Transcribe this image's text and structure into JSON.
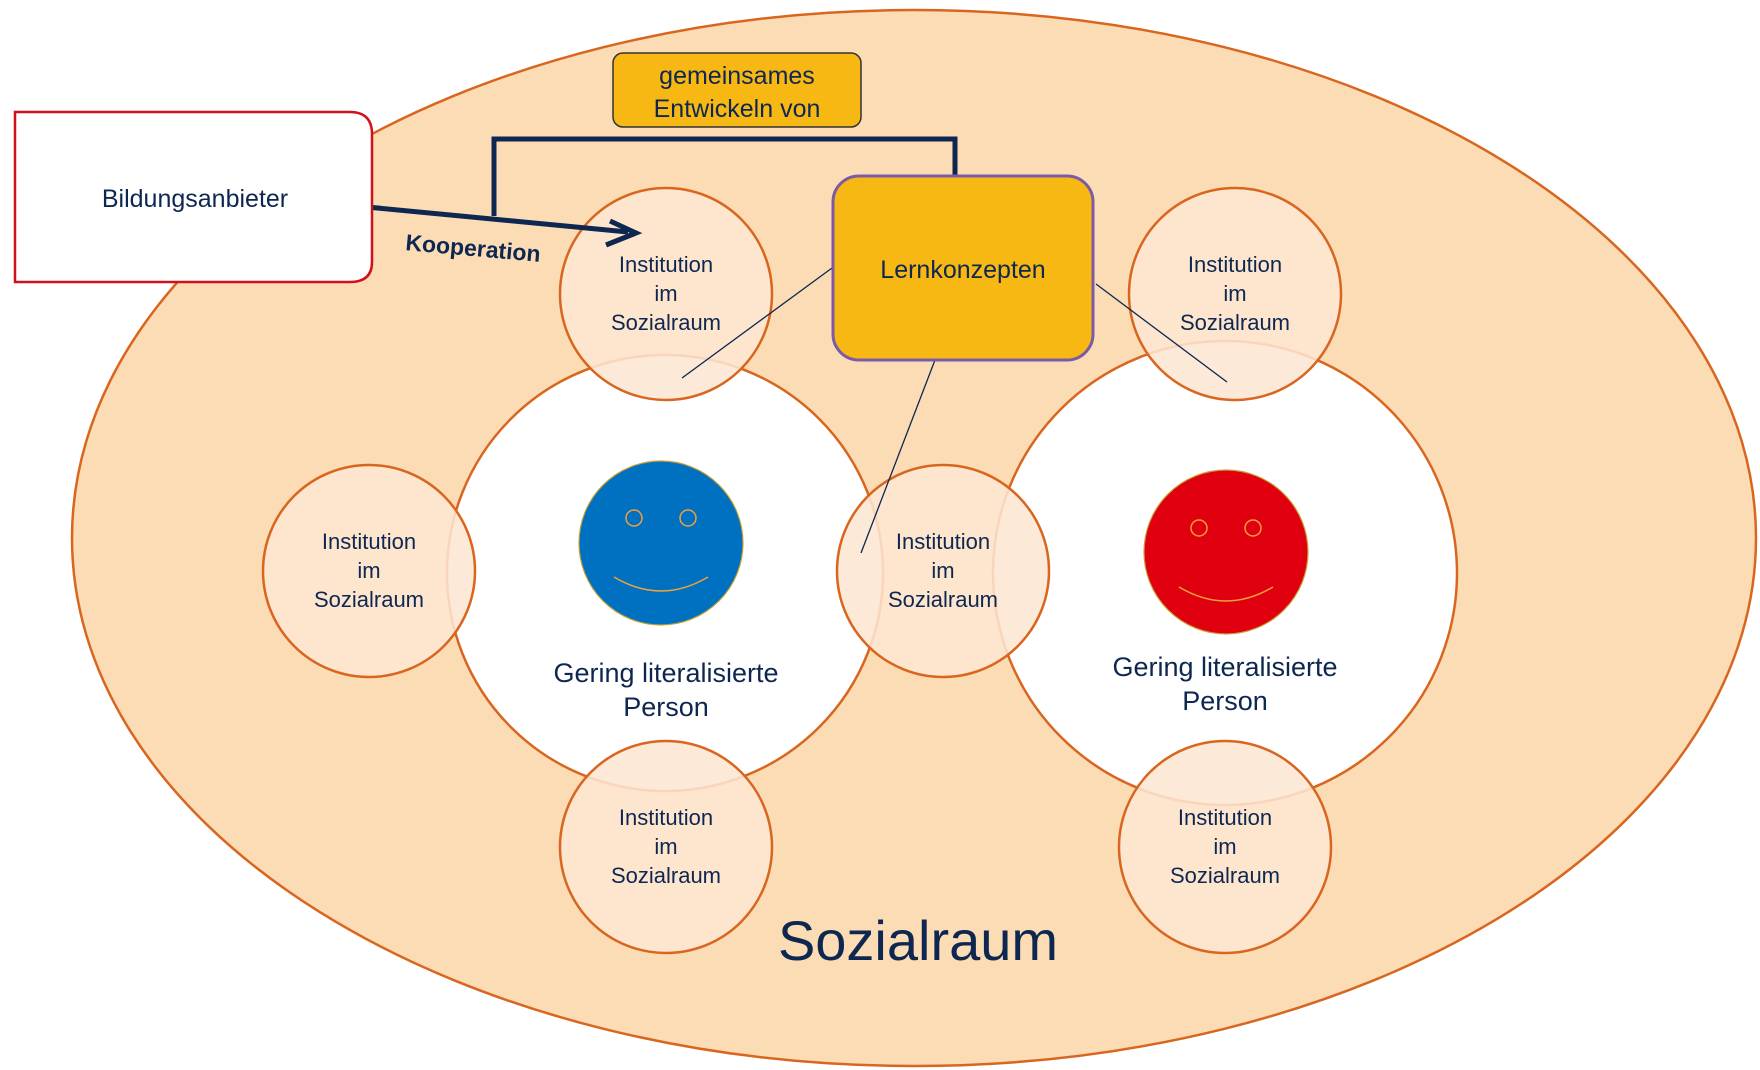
{
  "colors": {
    "sozialraum_fill": "#fbdcb5",
    "stroke_orange": "#d9661f",
    "institution_fill": "#fde6d1",
    "navy": "#0d2750",
    "gold": "#f8b814",
    "purple": "#7b5aa6",
    "red_border": "#d0101a",
    "blue_face": "#0070c0",
    "red_face": "#e1000f"
  },
  "diagram": {
    "sozialraum_label": "Sozialraum",
    "bildungsanbieter_label": "Bildungsanbieter",
    "kooperation_label": "Kooperation",
    "gemeinsames_line1": "gemeinsames",
    "gemeinsames_line2": "Entwickeln von",
    "lernkonzepten_label": "Lernkonzepten",
    "person_line1": "Gering literalisierte",
    "person_line2": "Person",
    "institution": {
      "line1": "Institution",
      "line2": "im",
      "line3": "Sozialraum"
    }
  }
}
